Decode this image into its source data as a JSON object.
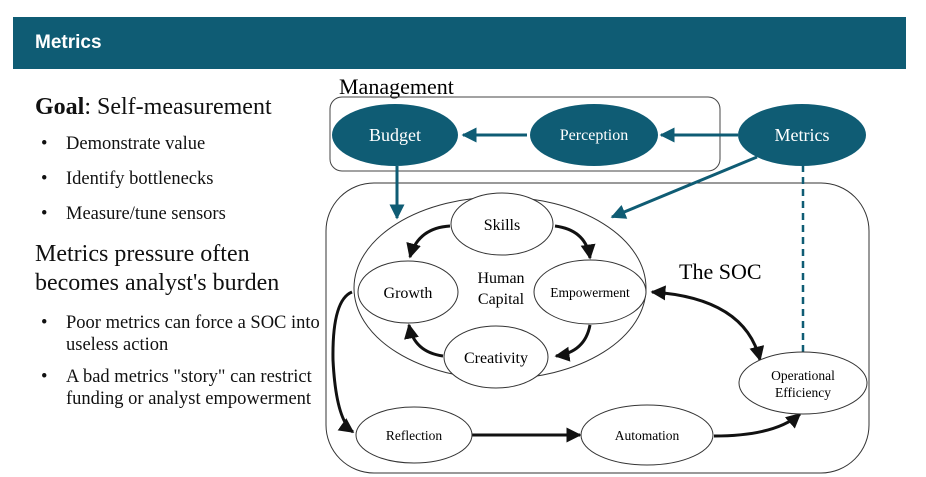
{
  "header": {
    "title": "Metrics"
  },
  "left": {
    "goal_label": "Goal",
    "goal_rest": ": Self-measurement",
    "goal_bullets": [
      "Demonstrate value",
      "Identify bottlenecks",
      "Measure/tune sensors"
    ],
    "pressure_text": "Metrics pressure often becomes analyst's burden",
    "pressure_bullets": [
      "Poor metrics can force a SOC into useless action",
      "A bad metrics \"story\" can restrict funding or analyst empowerment"
    ]
  },
  "diagram": {
    "management_label": "Management",
    "soc_label": "The SOC",
    "human_capital": [
      "Human",
      "Capital"
    ],
    "nodes": {
      "budget": "Budget",
      "perception": "Perception",
      "metrics": "Metrics",
      "skills": "Skills",
      "growth": "Growth",
      "empowerment": "Empowerment",
      "creativity": "Creativity",
      "reflection": "Reflection",
      "automation": "Automation",
      "operational_efficiency": [
        "Operational",
        "Efficiency"
      ]
    }
  },
  "colors": {
    "teal": "#0f5c74",
    "header": "#0f5c74"
  }
}
